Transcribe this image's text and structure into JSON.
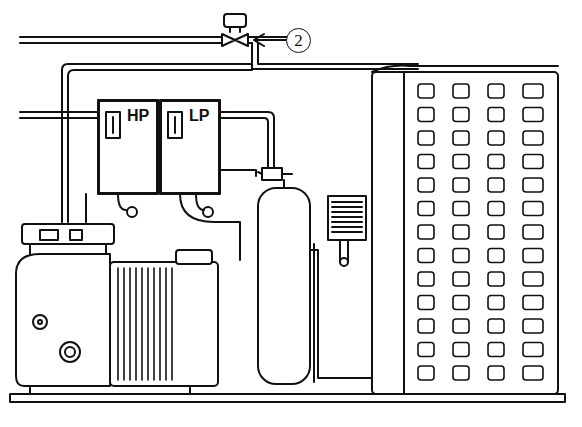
{
  "diagram": {
    "nodes": [
      {
        "text": [
          "2"
        ]
      },
      {
        "text": [
          "HP"
        ]
      },
      {
        "text": [
          "LP"
        ]
      }
    ],
    "labels": []
  }
}
